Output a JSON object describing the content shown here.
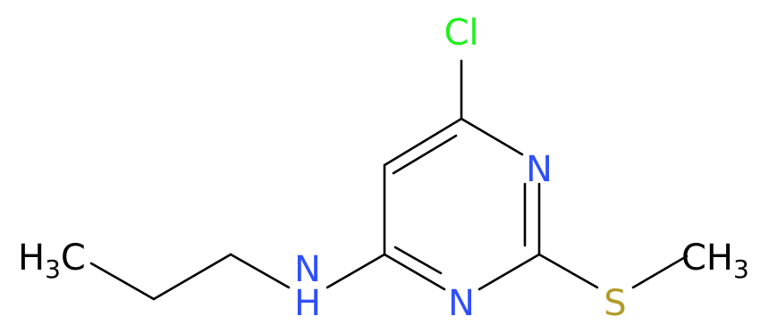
{
  "molecule": {
    "colors": {
      "bond": "#000000",
      "carbon": "#000000",
      "nitrogen": "#3050F8",
      "chlorine": "#1FF01F",
      "sulfur": "#B39B28"
    },
    "atoms": {
      "cl": {
        "text": "Cl",
        "color": "#1FF01F"
      },
      "n_ring_upper": {
        "text": "N",
        "color": "#3050F8"
      },
      "n_ring_lower": {
        "text": "N",
        "color": "#3050F8"
      },
      "n_amine": {
        "text": "N",
        "color": "#3050F8"
      },
      "nh": {
        "text": "H",
        "color": "#3050F8"
      },
      "s": {
        "text": "S",
        "color": "#B39B28"
      },
      "ch3_left": {
        "h": "H",
        "sub": "3",
        "c": "C"
      },
      "ch3_right": {
        "c": "CH",
        "sub": "3"
      }
    }
  }
}
